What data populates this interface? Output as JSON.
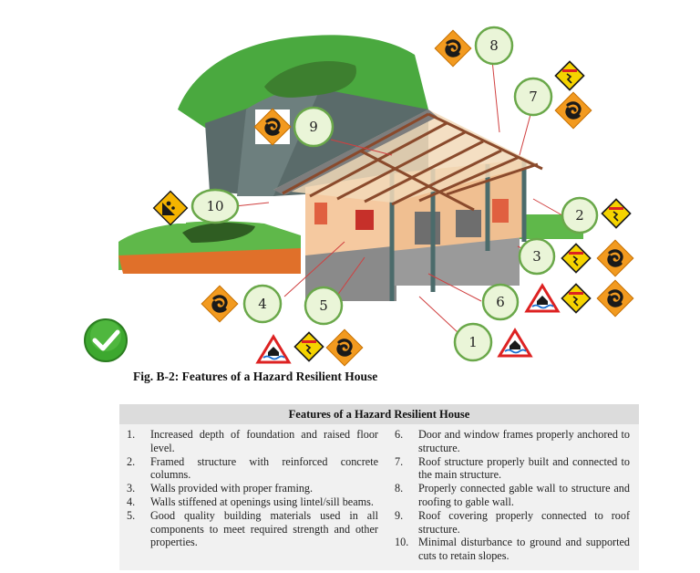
{
  "figure": {
    "caption": "Fig. B-2: Features of a Hazard Resilient House",
    "callouts": [
      "1",
      "2",
      "3",
      "4",
      "5",
      "6",
      "7",
      "8",
      "9",
      "10"
    ],
    "icons": {
      "cyclone": "cyclone-icon",
      "earthquake": "earthquake-warning-icon",
      "flood": "flood-warning-icon",
      "landslide": "landslide-warning-icon",
      "check": "check-icon"
    },
    "colors": {
      "hill_green": "#5fb84a",
      "roof_grey": "#8e8e8e",
      "wall_peach": "#f5c9a0",
      "beam_brown": "#8a4a2c",
      "sign_yellow": "#f5c400",
      "sign_orange": "#f29a1f",
      "check_green": "#3da82f"
    }
  },
  "panel": {
    "title": "Features of a Hazard Resilient House",
    "left_items": [
      {
        "n": "1.",
        "t": "Increased depth of foundation and raised floor level."
      },
      {
        "n": "2.",
        "t": "Framed structure with reinforced concrete columns."
      },
      {
        "n": "3.",
        "t": "Walls provided with proper framing."
      },
      {
        "n": "4.",
        "t": "Walls stiffened at openings using lintel/sill beams."
      },
      {
        "n": "5.",
        "t": "Good quality building materials used in all components to meet required strength and other properties."
      }
    ],
    "right_items": [
      {
        "n": "6.",
        "t": "Door and window frames properly anchored to structure."
      },
      {
        "n": "7.",
        "t": "Roof structure properly built and connected to the main structure."
      },
      {
        "n": "8.",
        "t": "Properly connected gable wall to structure and roofing to gable wall."
      },
      {
        "n": "9.",
        "t": "Roof covering properly  connected to roof structure."
      },
      {
        "n": "10.",
        "t": "Minimal disturbance to ground and supported cuts to retain slopes."
      }
    ]
  }
}
